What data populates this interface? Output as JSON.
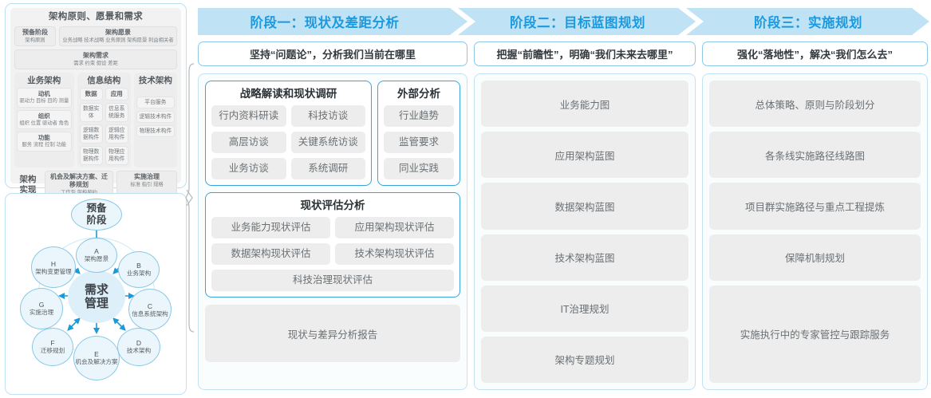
{
  "colors": {
    "accent": "#1b9ae0",
    "band": "#bfe3f5",
    "chip_bg": "#ededed",
    "panel_border": "#c3e2f2",
    "group_border": "#3aa4da",
    "node_fill": "#eaf6fc",
    "node_stroke": "#8ac8e6",
    "center_fill": "#ddf0fa",
    "arrow": "#1a9ad6"
  },
  "left_panel": {
    "framework": {
      "title": "架构原则、愿景和需求",
      "row1": [
        {
          "heading": "预备阶段",
          "sub": "架构原则"
        },
        {
          "heading": "架构愿景",
          "sub": "业务战略 技术战略 业务原则 架构愿景 利益相关者"
        }
      ],
      "row2": {
        "heading": "架构需求",
        "sub": "需求  约束  假设  差距"
      },
      "columns": [
        {
          "title": "业务架构",
          "blocks": [
            {
              "heading": "动机",
              "sub": "驱动力 目标 目的 测量"
            },
            {
              "heading": "组织",
              "sub": "组织 位置 驱动者 角色"
            },
            {
              "heading": "功能",
              "sub": "服务 流程 控制 功能"
            }
          ]
        },
        {
          "title": "信息结构",
          "subcolumns": [
            {
              "heading": "数据",
              "items": [
                "数据实体",
                "逻辑数据构件",
                "物理数据构件"
              ]
            },
            {
              "heading": "应用",
              "items": [
                "信息系统服务",
                "逻辑应用构件",
                "物理应用构件"
              ]
            }
          ]
        },
        {
          "title": "技术架构",
          "items": [
            "平台服务",
            "逻辑技术构件",
            "物理技术构件"
          ]
        }
      ],
      "realize": {
        "label": "架构实现",
        "blocks": [
          {
            "heading": "机会及解决方案、迁移规划",
            "sub": "工作包  架构契约"
          },
          {
            "heading": "实施治理",
            "sub": "标准  指引  规格"
          }
        ]
      }
    },
    "adm": {
      "center": "需求\n管理",
      "prep": "预备\n阶段",
      "nodes": [
        {
          "key": "A",
          "label": "架构愿景"
        },
        {
          "key": "B",
          "label": "业务架构"
        },
        {
          "key": "C",
          "label": "信息系统架构"
        },
        {
          "key": "D",
          "label": "技术架构"
        },
        {
          "key": "E",
          "label": "机会及解决方案"
        },
        {
          "key": "F",
          "label": "迁移规划"
        },
        {
          "key": "G",
          "label": "实施治理"
        },
        {
          "key": "H",
          "label": "架构变更管理"
        }
      ]
    }
  },
  "phases": [
    {
      "title": "阶段一：现状及差距分析",
      "subtitle": "坚持“问题论”，分析我们当前在哪里"
    },
    {
      "title": "阶段二：目标蓝图规划",
      "subtitle": "把握“前瞻性”，明确“我们未来去哪里”"
    },
    {
      "title": "阶段三：实施规划",
      "subtitle": "强化“落地性”，解决“我们怎么去”"
    }
  ],
  "phase1": {
    "group_strategy": {
      "title": "战略解读和现状调研",
      "rows": [
        [
          "行内资料研读",
          "科技访谈"
        ],
        [
          "高层访谈",
          "关键系统访谈"
        ],
        [
          "业务访谈",
          "系统调研"
        ]
      ]
    },
    "group_external": {
      "title": "外部分析",
      "items": [
        "行业趋势",
        "监管要求",
        "同业实践"
      ]
    },
    "group_assessment": {
      "title": "现状评估分析",
      "rows": [
        [
          "业务能力现状评估",
          "应用架构现状评估"
        ],
        [
          "数据架构现状评估",
          "技术架构现状评估"
        ],
        [
          "科技治理现状评估"
        ]
      ]
    },
    "report": "现状与差异分析报告"
  },
  "phase2": {
    "items": [
      "业务能力图",
      "应用架构蓝图",
      "数据架构蓝图",
      "技术架构蓝图",
      "IT治理规划",
      "架构专题规划"
    ]
  },
  "phase3": {
    "items": [
      "总体策略、原则与阶段划分",
      "各条线实施路径线路图",
      "项目群实施路径与重点工程提炼",
      "保障机制规划",
      "实施执行中的专家管控与跟踪服务"
    ]
  }
}
